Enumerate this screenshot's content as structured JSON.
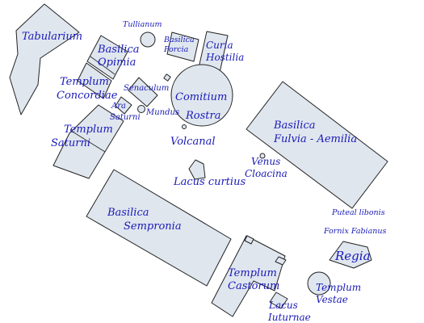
{
  "map": {
    "colors": {
      "building_fill": "#dfe6ee",
      "outline": "#222222",
      "label": "#1a1ab8",
      "background": "#ffffff"
    },
    "labels": {
      "tabularium": "Tabularium",
      "tullianum": "Tullianum",
      "basilica_opimia_1": "Basilica",
      "basilica_opimia_2": "Opimia",
      "basilica_porcia_1": "Basilica",
      "basilica_porcia_2": "Porcia",
      "curia_1": "Curia",
      "curia_2": "Hostilia",
      "templum_concordiae_1": "Templum",
      "templum_concordiae_2": "Concordiae",
      "senaculum": "Senaculum",
      "ara_saturni_1": "Ara",
      "ara_saturni_2": "Saturni",
      "mundus": "Mundus",
      "comitium": "Comitium",
      "rostra": "Rostra",
      "templum_saturni_1": "Templum",
      "templum_saturni_2": "Saturni",
      "volcanal": "Volcanal",
      "basilica_aemilia_1": "Basilica",
      "basilica_aemilia_2": "Fulvia - Aemilia",
      "venus_cloacina_1": "Venus",
      "venus_cloacina_2": "Cloacina",
      "lacus_curtius": "Lacus curtius",
      "basilica_sempronia_1": "Basilica",
      "basilica_sempronia_2": "Sempronia",
      "puteal_libonis": "Puteal libonis",
      "fornix_fabianus": "Fornix Fabianus",
      "regia": "Regia",
      "templum_castorum_1": "Templum",
      "templum_castorum_2": "Castorum",
      "templum_vestae_1": "Templum",
      "templum_vestae_2": "Vestae",
      "lacus_iuturnae_1": "Lacus",
      "lacus_iuturnae_2": "Iuturnae"
    }
  }
}
